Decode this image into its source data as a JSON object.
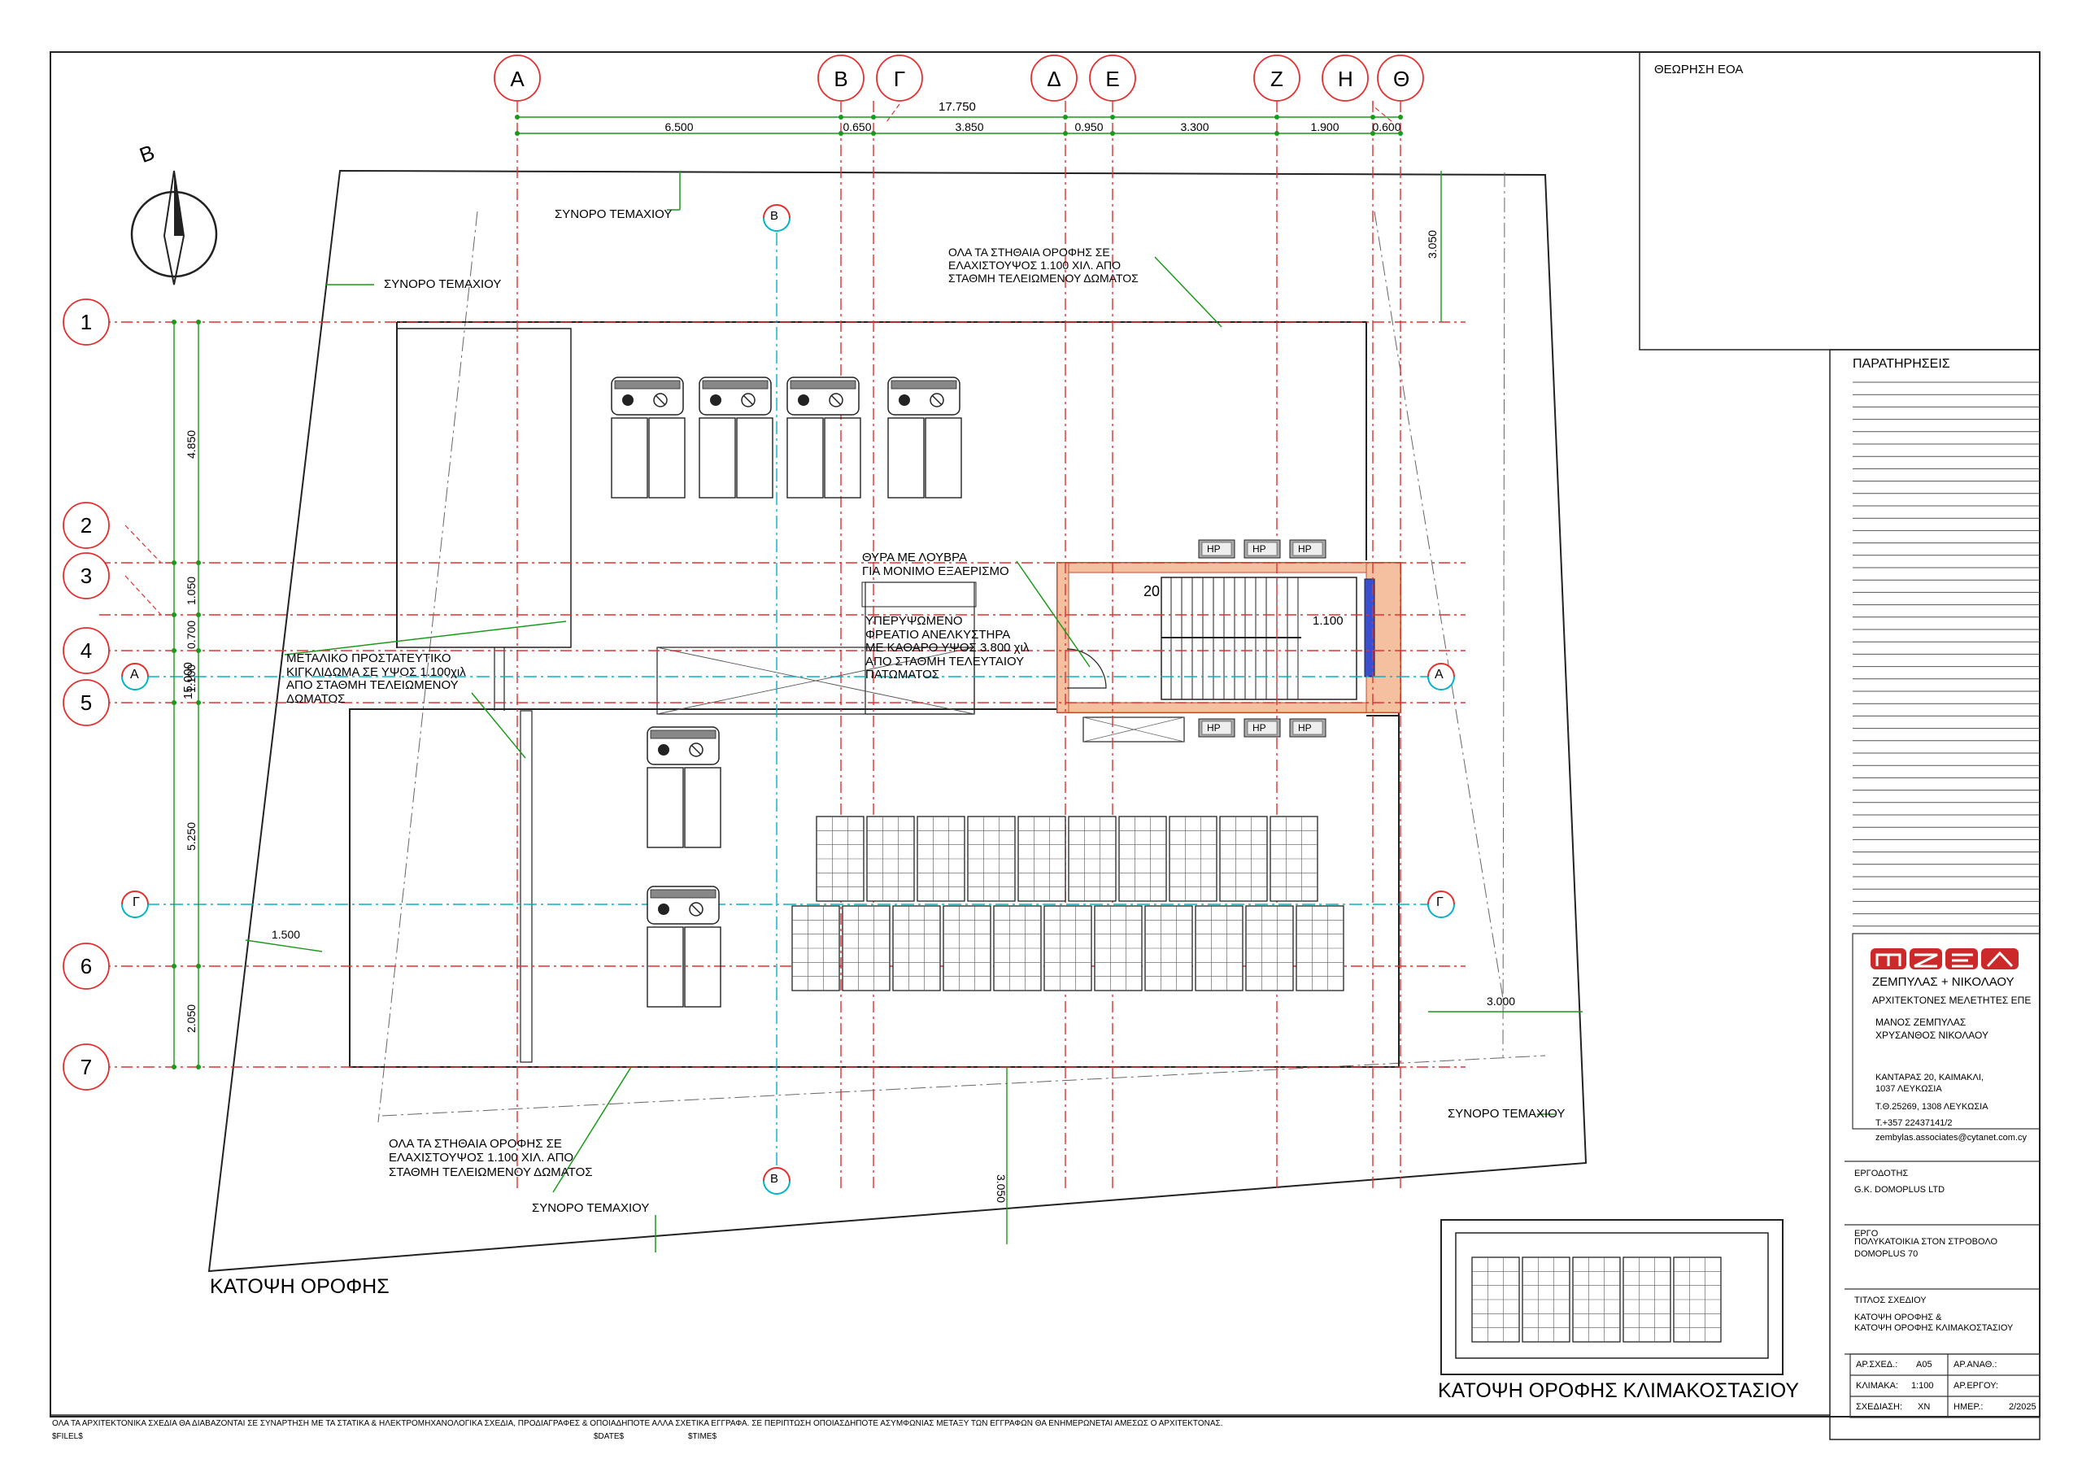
{
  "grid_cols": [
    "Α",
    "Β",
    "Γ",
    "Δ",
    "Ε",
    "Ζ",
    "Η",
    "Θ"
  ],
  "grid_rows": [
    "1",
    "2",
    "3",
    "4",
    "5",
    "6",
    "7"
  ],
  "dims_top": {
    "total": "17.750",
    "segments": [
      "6.500",
      "0.650",
      "3.850",
      "0.950",
      "3.300",
      "1.900",
      "0.600"
    ]
  },
  "dims_left": {
    "total": "15.000",
    "segments": [
      "4.850",
      "1.050",
      "0.700",
      "1.100",
      "5.250",
      "2.050"
    ]
  },
  "dims_other": {
    "boundary_top": "3.050",
    "boundary_bottom": "3.050",
    "boundary_left": "1.500",
    "boundary_right": "3.000",
    "stair_landing": "1.100"
  },
  "north_label": "Β",
  "section_markers": {
    "a": "Α",
    "b": "Β",
    "g": "Γ"
  },
  "plan_labels": {
    "boundary": "ΣΥΝΟΡΟ ΤΕΜΑΧΙΟΥ",
    "parapet_top": [
      "ΟΛΑ ΤΑ ΣΤΗΘΑΙΑ ΟΡΟΦΗΣ ΣΕ",
      "ΕΛΑΧΙΣΤΟΥΨΟΣ 1.100 ΧΙΛ. ΑΠΟ",
      "ΣΤΑΘΜΗ ΤΕΛΕΙΩΜΕΝΟΥ ΔΩΜΑΤΟΣ"
    ],
    "parapet_bottom": [
      "ΟΛΑ ΤΑ ΣΤΗΘΑΙΑ ΟΡΟΦΗΣ ΣΕ",
      "ΕΛΑΧΙΣΤΟΥΨΟΣ 1.100 ΧΙΛ. ΑΠΟ",
      "ΣΤΑΘΜΗ ΤΕΛΕΙΩΜΕΝΟΥ ΔΩΜΑΤΟΣ"
    ],
    "railing": [
      "ΜΕΤΑΛΙΚΟ ΠΡΟΣΤΑΤΕΥΤΙΚΟ",
      "ΚΙΓΚΛΙΔΩΜΑ ΣΕ ΥΨΟΣ 1.100χιλ",
      "ΑΠΟ ΣΤΑΘΜΗ ΤΕΛΕΙΩΜΕΝΟΥ",
      "ΔΩΜΑΤΟΣ"
    ],
    "door": [
      "ΘΥΡΑ ΜΕ ΛΟΥΒΡΑ",
      "ΓΙΑ ΜΟΝΙΜΟ ΕΞΑΕΡΙΣΜΟ"
    ],
    "lift": [
      "ΥΠΕΡΥΨΩΜΕΝΟ",
      "ΦΡΕΑΤΙΟ ΑΝΕΛΚΥΣΤΗΡΑ",
      "ΜΕ ΚΑΘΑΡΟ ΥΨΟΣ 3.800 χιλ",
      "ΑΠΟ ΣΤΑΘΜΗ ΤΕΛΕΥΤΑΙΟΥ",
      "ΠΑΤΩΜΑΤΟΣ"
    ],
    "stair_count": "20",
    "hp": "HP",
    "plan_title": "ΚΑΤΟΨΗ  ΟΡΟΦΗΣ",
    "stair_plan_title": "ΚΑΤΟΨΗ  ΟΡΟΦΗΣ ΚΛΙΜΑΚΟΣΤΑΣΙΟΥ"
  },
  "title_block": {
    "eoa": "ΘΕΩΡΗΣΗ ΕΟΑ",
    "remarks": "ΠΑΡΑΤΗΡΗΣΕΙΣ",
    "logo_text": "ΖΕΜΠΥΛΑΣ + ΝΙΚΟΛΑΟΥ",
    "logo_sub": "ΑΡΧΙΤΕΚΤΟΝΕΣ ΜΕΛΕΤΗΤΕΣ ΕΠΕ",
    "architects": [
      "ΜΑΝΟΣ ΖΕΜΠΥΛΑΣ",
      "ΧΡΥΣΑΝΘΟΣ ΝΙΚΟΛΑΟΥ"
    ],
    "address": [
      "ΚΑΝΤΑΡΑΣ 20, ΚΑΙΜΑΚΛΙ,",
      "1037 ΛΕΥΚΩΣΙΑ"
    ],
    "po_box": "Τ.Θ.25269, 1308 ΛΕΥΚΩΣΙΑ",
    "phone": "Τ.+357 22437141/2",
    "email": "zembylas.associates@cytanet.com.cy",
    "client_label": "ΕΡΓΟΔΟΤΗΣ",
    "client": "G.K. DOMOPLUS LTD",
    "project_label": "ΕΡΓΟ",
    "project": [
      "ΠΟΛΥΚΑΤΟΙΚΙΑ ΣΤΟΝ ΣΤΡΟΒΟΛΟ",
      "DOMOPLUS 70"
    ],
    "title_label": "ΤΙΤΛΟΣ ΣΧΕΔΙΟΥ",
    "title": [
      "ΚΑΤΟΨΗ  ΟΡΟΦΗΣ &",
      "ΚΑΤΟΨΗ ΟΡΟΦΗΣ ΚΛΙΜΑΚΟΣΤΑΣΙΟΥ"
    ],
    "drawing_no_label": "ΑΡ.ΣΧΕΔ.:",
    "drawing_no": "Α05",
    "revision_label": "ΑΡ.ΑΝΑΘ.:",
    "scale_label": "ΚΛΙΜΑΚΑ:",
    "scale": "1:100",
    "project_no_label": "ΑΡ.ΕΡΓΟΥ:",
    "drawn_label": "ΣΧΕΔΙΑΣΗ:",
    "drawn": "ΧΝ",
    "date_label": "ΗΜΕΡ.:",
    "date": "2/2025"
  },
  "footer": {
    "note": "ΟΛΑ ΤΑ ΑΡΧΙΤΕΚΤΟΝΙΚΑ ΣΧΕΔΙΑ ΘΑ ΔΙΑΒΑΖΟΝΤΑΙ ΣΕ ΣΥΝΑΡΤΗΣΗ ΜΕ ΤΑ ΣΤΑΤΙΚΑ & ΗΛΕΚΤΡΟΜΗΧΑΝΟΛΟΓΙΚΑ ΣΧΕΔΙΑ, ΠΡΟΔΙΑΓΡΑΦΕΣ & ΟΠΟΙΑΔΗΠΟΤΕ ΑΛΛΑ ΣΧΕΤΙΚΑ ΕΓΓΡΑΦΑ.  ΣΕ ΠΕΡΙΠΤΩΣΗ ΟΠΟΙΑΣΔΗΠΟΤΕ ΑΣΥΜΦΩΝΙΑΣ ΜΕΤΑΞΥ ΤΩΝ ΕΓΓΡΑΦΩΝ ΘΑ ΕΝΗΜΕΡΩΝΕΤΑΙ ΑΜΕΣΩΣ Ο ΑΡΧΙΤΕΚΤΟΝΑΣ.",
    "file": "$FILEL$",
    "date": "$DATE$",
    "time": "$TIME$"
  },
  "colors": {
    "grid_red": "#e23030",
    "section_cyan": "#00b4c8",
    "dim_green": "#1a9a1a",
    "line": "#222222",
    "logo_red": "#cc2a2a"
  }
}
